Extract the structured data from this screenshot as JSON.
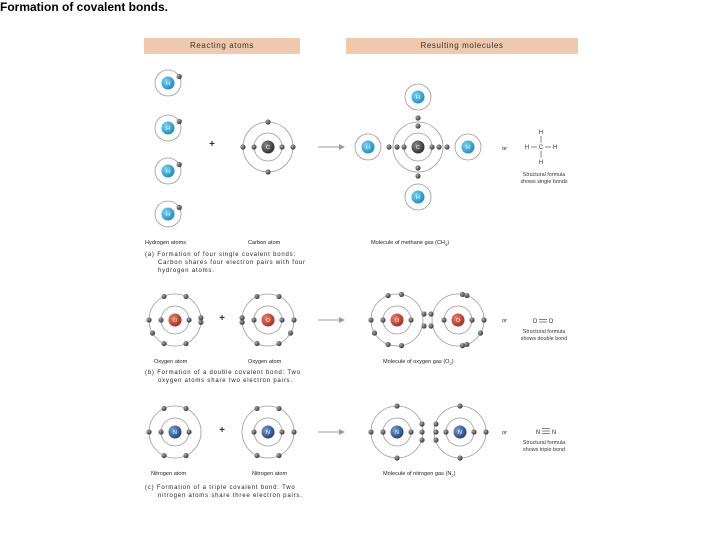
{
  "title": "Formation of covalent bonds.",
  "headers": {
    "left": "Reacting atoms",
    "right": "Resulting molecules"
  },
  "symbols": {
    "hydrogen": "H",
    "carbon": "C",
    "oxygen": "O",
    "nitrogen": "N"
  },
  "words": {
    "or": "or",
    "plus": "+"
  },
  "sections": {
    "a": {
      "label_atom_left": "Hydrogen atoms",
      "label_atom_right": "Carbon atom",
      "label_molecule": "Molecule of methane gas (CH",
      "label_molecule_sub": "4",
      "label_molecule_end": ")",
      "caption_1": "(a)  Formation of four single covalent bonds:",
      "caption_2": "Carbon shares four electron pairs with four",
      "caption_3": "hydrogen atoms.",
      "structural_note_1": "Structural formula",
      "structural_note_2": "shows single bonds",
      "structural_note_1_alt": "Structural formula",
      "structural_note_2_alt": "shows single bonds"
    },
    "b": {
      "label_atom_left": "Oxygen atom",
      "label_atom_right": "Oxygen atom",
      "label_molecule": "Molecule of oxygen gas (O",
      "label_molecule_sub": "2",
      "label_molecule_end": ")",
      "caption_1": "(b)  Formation of a double covalent bond: Two",
      "caption_2": "oxygen atoms share two electron pairs.",
      "structural_note_1": "Structural formula",
      "structural_note_2": "shows double bond"
    },
    "c": {
      "label_atom_left": "Nitrogen atom",
      "label_atom_right": "Nitrogen atom",
      "label_molecule": "Molecule of nitrogen gas (N",
      "label_molecule_sub": "2",
      "label_molecule_end": ")",
      "caption_1": "(c)  Formation of a triple covalent bond: Two",
      "caption_2": "nitrogen atoms share three electron pairs.",
      "structural_note_1": "Structural formula",
      "structural_note_2": "shows triple bond"
    }
  },
  "colors": {
    "hydrogen": "#1ea0d6",
    "carbon": "#4a4a4a",
    "oxygen": "#c0392b",
    "nitrogen": "#2e5a9a",
    "header": "#efc9ad",
    "arrow": "#9a9a9a"
  }
}
